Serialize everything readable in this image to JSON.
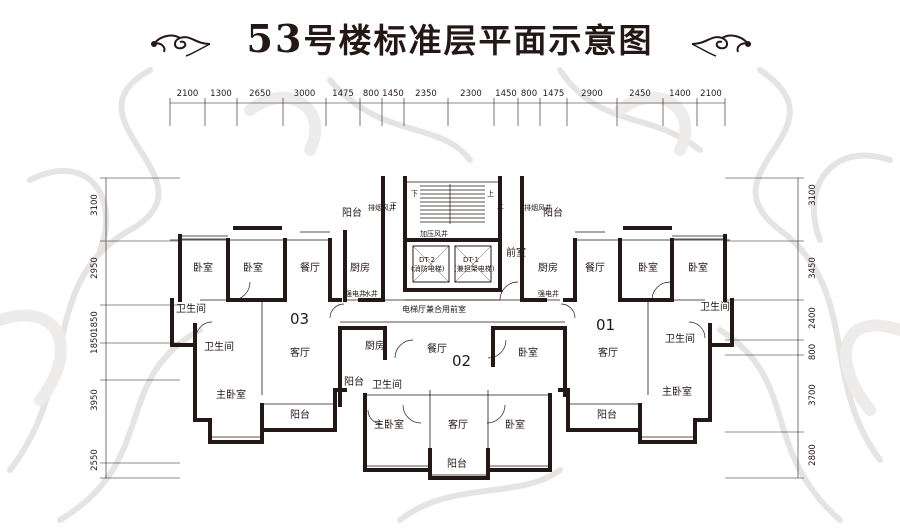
{
  "title": {
    "prefix": "53",
    "text": "号楼标准层平面示意图"
  },
  "top_dimensions": [
    "2100",
    "1300",
    "2650",
    "3000",
    "1475",
    "800",
    "1450",
    "2350",
    "2300",
    "1450",
    "800",
    "1475",
    "2900",
    "2450",
    "1400",
    "2100"
  ],
  "left_dimensions": [
    "3100",
    "2950",
    "1850",
    "1850",
    "3950",
    "2550"
  ],
  "right_dimensions": [
    "3100",
    "3450",
    "2400",
    "800",
    "3700",
    "2800"
  ],
  "units": [
    "01",
    "02",
    "03"
  ],
  "rooms": {
    "bedroom": "卧室",
    "master_bedroom": "主卧室",
    "living_room": "客厅",
    "dining_room": "餐厅",
    "kitchen": "厨房",
    "bathroom": "卫生间",
    "balcony": "阳台",
    "front_room": "前室",
    "elevator_lobby": "电梯厅兼合用前室",
    "pressurized_shaft": "加压风井",
    "strong_current_shaft": "强电井",
    "water_shaft": "水井",
    "smoke_shaft": "排烟风井",
    "elevator_dt2_code": "DT-2",
    "elevator_dt2_name": "(消防电梯)",
    "elevator_dt1_code": "DT-1",
    "elevator_dt1_name": "(兼担架电梯)",
    "stair_down": "下",
    "stair_up": "上"
  },
  "colors": {
    "wall": "#231815",
    "ink": "#231815",
    "accent": "#9a8f8a",
    "ornament": "#e6e4e3"
  }
}
